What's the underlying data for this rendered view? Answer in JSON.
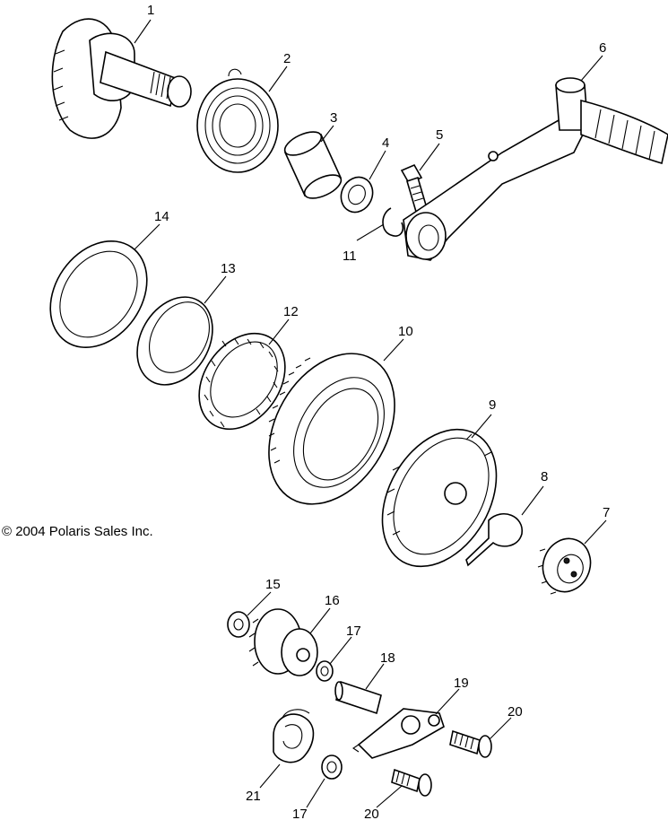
{
  "copyright": "© 2004 Polaris Sales Inc.",
  "callouts": [
    "1",
    "2",
    "3",
    "4",
    "5",
    "6",
    "7",
    "8",
    "9",
    "10",
    "11",
    "12",
    "13",
    "14",
    "15",
    "16",
    "17",
    "18",
    "19",
    "20",
    "21",
    "17",
    "20"
  ]
}
